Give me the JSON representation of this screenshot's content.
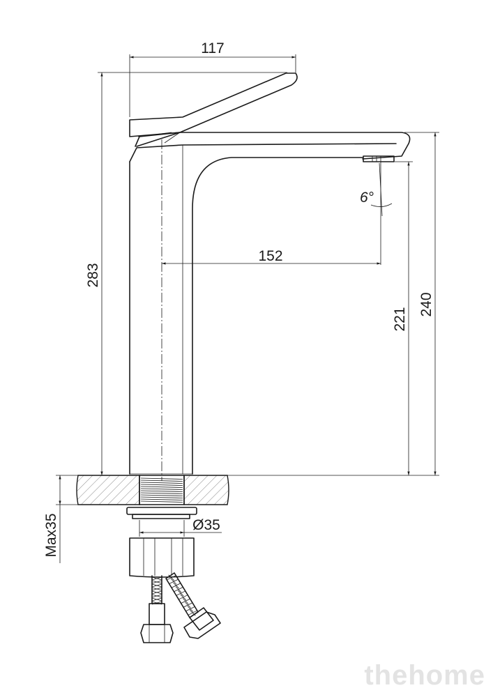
{
  "dimensions": {
    "width_top": "117",
    "total_height": "283",
    "spout_reach": "152",
    "spout_angle": "6°",
    "spout_height": "221",
    "body_height": "240",
    "thread_diameter": "Ø35",
    "max_countertop": "Max35"
  },
  "watermark": "thehome"
}
